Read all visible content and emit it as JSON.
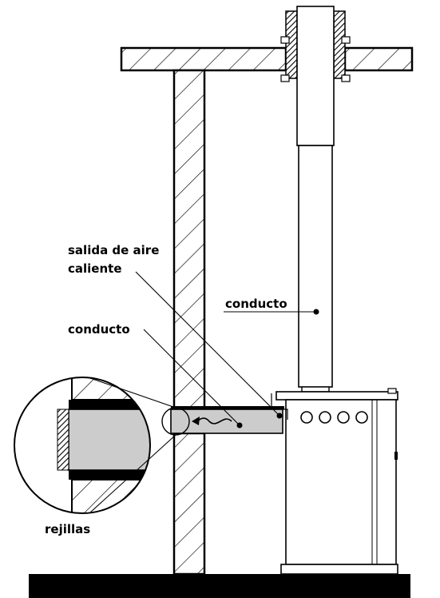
{
  "labels": {
    "hot_air_outlet_line1": "salida de aire",
    "hot_air_outlet_line2": "caliente",
    "duct_horizontal": "conducto",
    "duct_vertical": "conducto",
    "grilles": "rejillas"
  },
  "stove": {
    "knob_count": 4
  },
  "colors": {
    "stroke": "#000000",
    "duct_fill": "#cccccc",
    "floor": "#000000",
    "background": "#ffffff"
  }
}
